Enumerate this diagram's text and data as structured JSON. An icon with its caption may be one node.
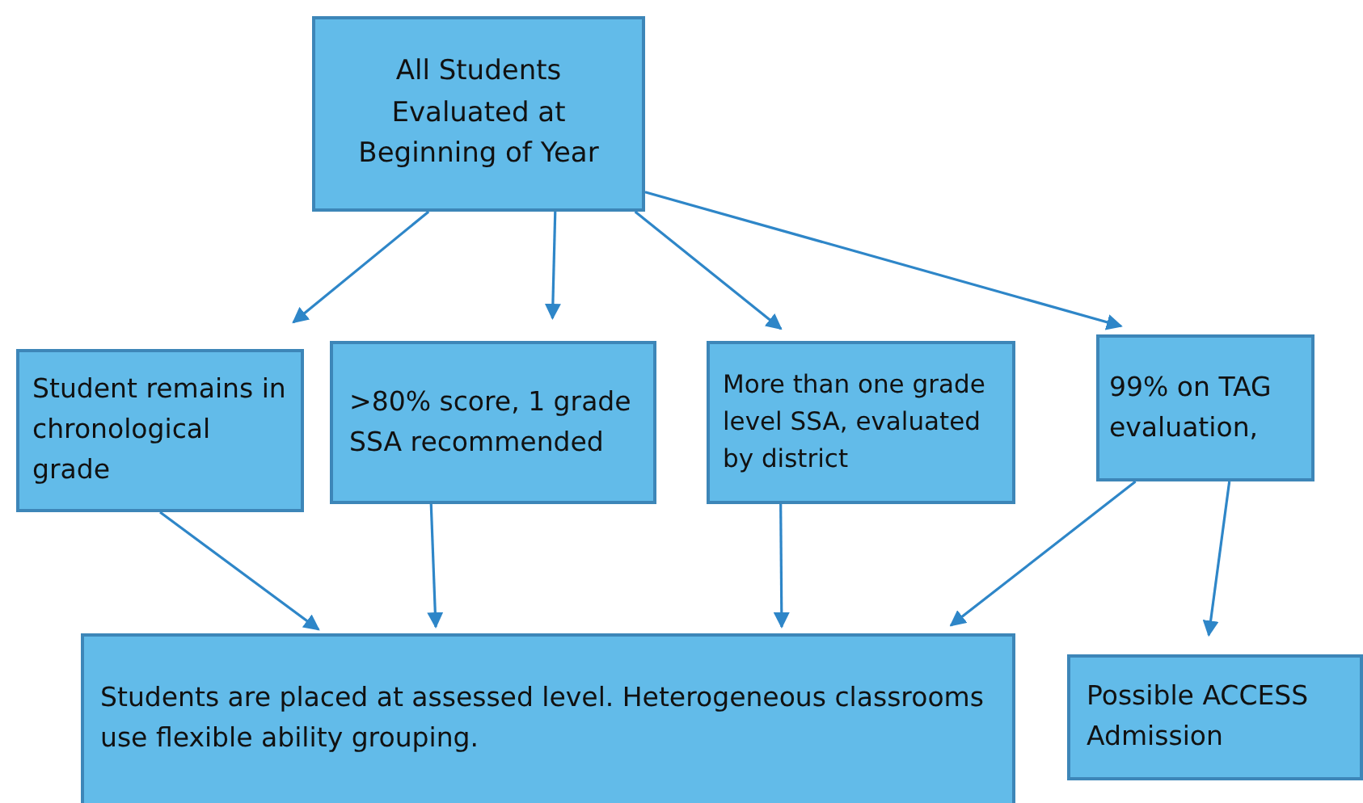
{
  "diagram": {
    "nodes": [
      {
        "text": [
          "All Students Evaluated at Beginning of Year"
        ]
      },
      {
        "text": [
          "Student remains in chronological grade"
        ]
      },
      {
        "text": [
          ">80% score, 1 grade SSA recommended"
        ]
      },
      {
        "text": [
          "More than one grade level SSA, evaluated by district"
        ]
      },
      {
        "text": [
          "99% on TAG evaluation,"
        ]
      },
      {
        "text": [
          "Students are placed at assessed level. Heterogeneous classrooms use flexible ability grouping."
        ]
      },
      {
        "text": [
          "Possible ACCESS Admission"
        ]
      }
    ],
    "edges": [
      {
        "from": 0,
        "to": 1,
        "arrow": "to"
      },
      {
        "from": 0,
        "to": 2,
        "arrow": "to"
      },
      {
        "from": 0,
        "to": 3,
        "arrow": "to"
      },
      {
        "from": 0,
        "to": 4,
        "arrow": "to"
      },
      {
        "from": 1,
        "to": 5,
        "arrow": "to"
      },
      {
        "from": 2,
        "to": 5,
        "arrow": "to"
      },
      {
        "from": 3,
        "to": 5,
        "arrow": "to"
      },
      {
        "from": 4,
        "to": 5,
        "arrow": "to"
      },
      {
        "from": 4,
        "to": 6,
        "arrow": "to"
      }
    ]
  }
}
